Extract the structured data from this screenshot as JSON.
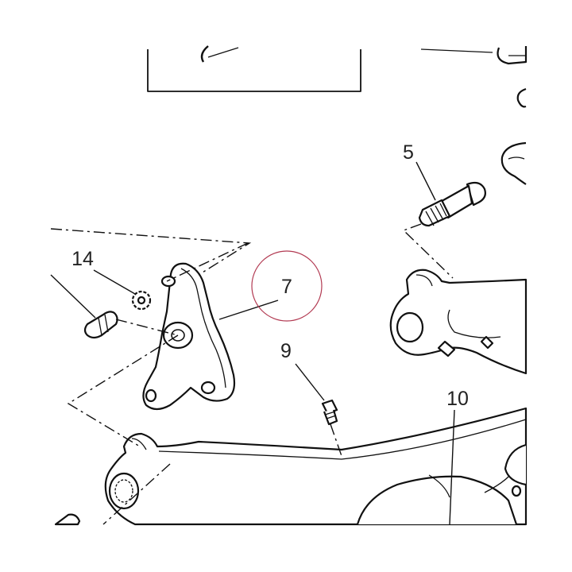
{
  "callouts": {
    "c5": "5",
    "c7": "7",
    "c9": "9",
    "c10": "10",
    "c14": "14"
  },
  "colors": {
    "line": "#111111",
    "highlight_circle": "#b23a52",
    "background": "#ffffff"
  }
}
